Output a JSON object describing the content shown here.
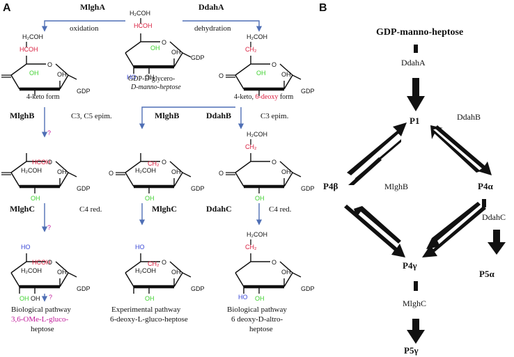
{
  "colors": {
    "arrow_blue": "#4f6fb5",
    "red": "#d81b3c",
    "green": "#3fd12f",
    "blue": "#3a48d6",
    "magenta": "#c0199a",
    "ink": "#111111"
  },
  "panel_a": {
    "label": "A",
    "top": {
      "mlgha": "MlghA",
      "ddaha": "DdahA",
      "oxidation": "oxidation",
      "dehydration": "dehydration",
      "center_caption_1": "GDP-D-glycero-",
      "center_caption_2": "D-manno-heptose",
      "left_caption": "4-keto form",
      "right_caption_1": "4-keto, ",
      "right_caption_2": "6-deoxy",
      "right_caption_3": " form"
    },
    "middle": {
      "mlghb_left": "MlghB",
      "c3c5": "C3, C5 epim.",
      "mlghb_center": "MlghB",
      "ddahb": "DdahB",
      "c3": "C3 epim."
    },
    "lower": {
      "mlghc_left": "MlghC",
      "c4_left": "C4 red.",
      "mlghc_center": "MlghC",
      "ddahc": "DdahC",
      "c4_right": "C4 red."
    },
    "bottom": {
      "left_1": "Biological pathway",
      "left_2": "3,6-OMe-L-gluco-",
      "left_3": "heptose",
      "center_1": "Experimental  pathway",
      "center_2": "6-deoxy-L-gluco-heptose",
      "right_1": "Biological pathway",
      "right_2": "6 deoxy-D-altro-",
      "right_3": "heptose"
    },
    "atoms": {
      "h2coh": "H₂COH",
      "hcoh": "HCOH",
      "ch2": "CH₂",
      "oh": "OH",
      "ho": "HO",
      "gdp": "GDP",
      "o": "O",
      "q": "?"
    }
  },
  "panel_b": {
    "label": "B",
    "top": "GDP-manno-heptose",
    "ddaha": "DdahA",
    "p1": "P1",
    "ddahb": "DdahB",
    "p4b": "P4β",
    "mlghb": "MlghB",
    "p4a": "P4α",
    "ddahc": "DdahC",
    "p4g": "P4γ",
    "p5a": "P5α",
    "mlghc": "MlghC",
    "p5g": "P5γ"
  }
}
